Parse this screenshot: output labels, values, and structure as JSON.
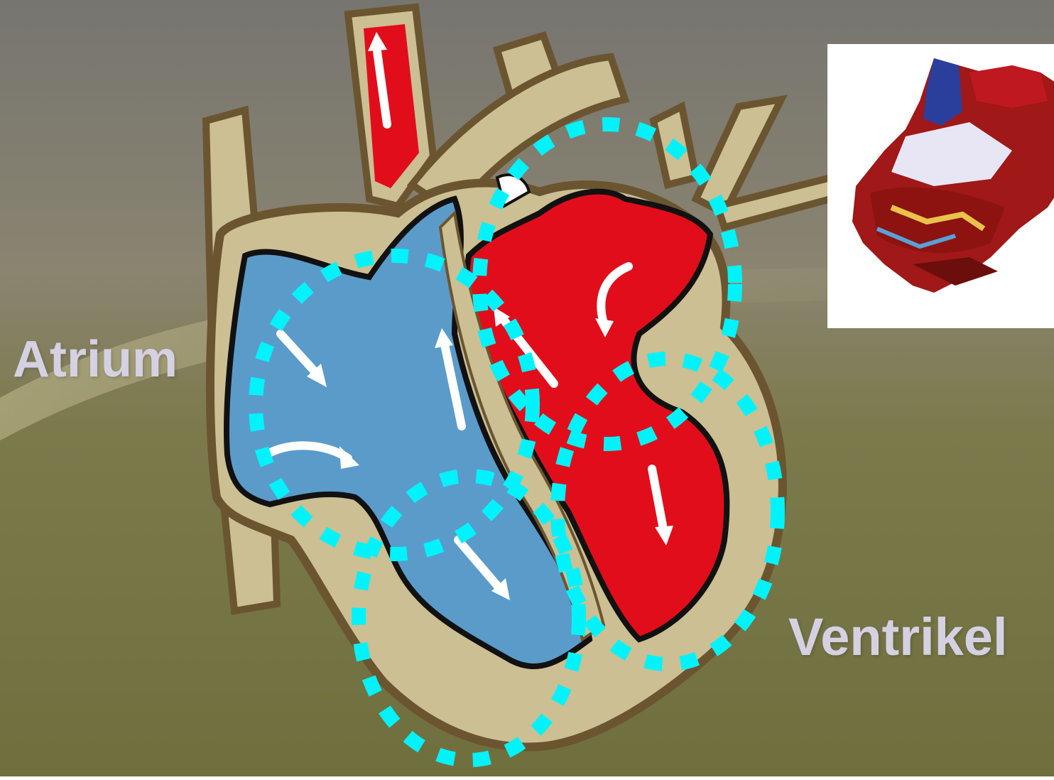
{
  "labels": {
    "atrium": "Atrium",
    "ventrikel": "Ventrikel"
  },
  "colors": {
    "background_top": "#767570",
    "background_bottom": "#717140",
    "arterial_red": "#e20d1b",
    "venous_blue": "#5a9bca",
    "wall_beige": "#cbbf93",
    "wall_outline": "#6b5530",
    "highlight_dots": "#00f3fb",
    "flow_arrow": "#ffffff",
    "label_text": "#d5d1e3"
  },
  "icons": {
    "heart_cutaway": "heart-cross-section-illustration",
    "heart_photo": "pixelated-heart-photo",
    "atrium_region": "dotted-ellipse-highlight",
    "ventricle_region": "dotted-ellipse-highlight"
  }
}
